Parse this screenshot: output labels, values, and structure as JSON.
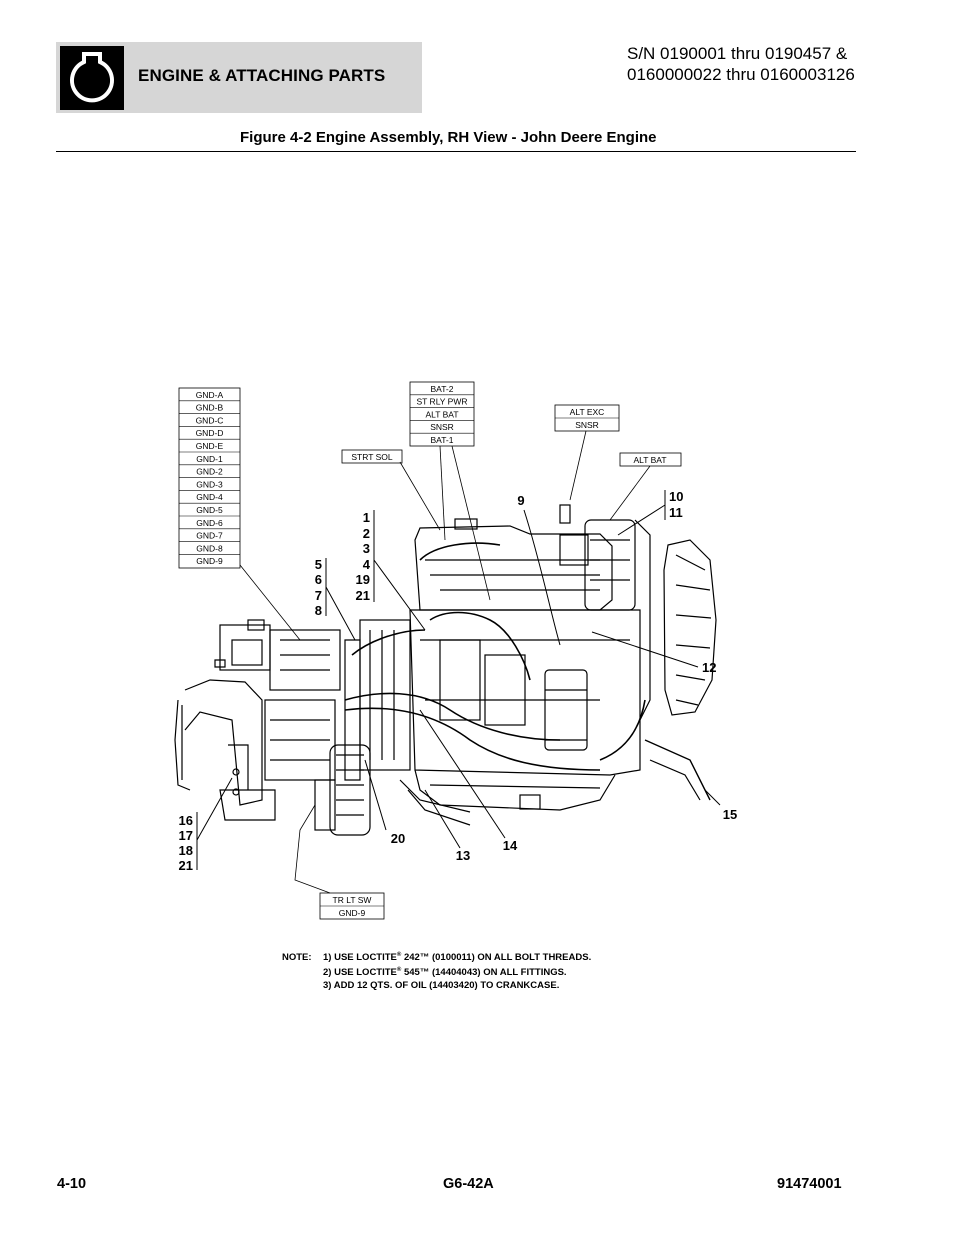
{
  "header": {
    "section_title": "ENGINE & ATTACHING PARTS",
    "serial_line1": "S/N 0190001 thru 0190457 &",
    "serial_line2": "0160000022 thru 0160003126",
    "icon": "engine-outline-icon"
  },
  "figure_title": "Figure 4-2 Engine Assembly, RH View - John Deere Engine",
  "wire_labels": {
    "ground_list": [
      "GND-A",
      "GND-B",
      "GND-C",
      "GND-D",
      "GND-E",
      "GND-1",
      "GND-2",
      "GND-3",
      "GND-4",
      "GND-5",
      "GND-6",
      "GND-7",
      "GND-8",
      "GND-9"
    ],
    "bat_list": [
      "BAT-2",
      "ST RLY PWR",
      "ALT BAT",
      "SNSR",
      "BAT-1"
    ],
    "alt_exc_list": [
      "ALT EXC",
      "SNSR"
    ],
    "strt_sol": "STRT SOL",
    "alt_bat": "ALT BAT",
    "tr_list": [
      "TR LT SW",
      "GND-9"
    ]
  },
  "callouts": {
    "group_1_21": [
      "1",
      "2",
      "3",
      "4",
      "19",
      "21"
    ],
    "group_5_8": [
      "5",
      "6",
      "7",
      "8"
    ],
    "item_9": "9",
    "group_10_11": [
      "10",
      "11"
    ],
    "item_12": "12",
    "item_13": "13",
    "item_14": "14",
    "item_15": "15",
    "group_16_21": [
      "16",
      "17",
      "18",
      "21"
    ],
    "item_20": "20"
  },
  "notes": {
    "label": "NOTE:",
    "line1_pre": "1) USE LOCTITE",
    "line1_reg": "®",
    "line1_post": " 242™ (0100011) ON ALL BOLT THREADS.",
    "line2_pre": "2) USE LOCTITE",
    "line2_reg": "®",
    "line2_post": " 545™ (14404043) ON ALL FITTINGS.",
    "line3": "3) ADD 12 QTS. OF OIL (14403420) TO CRANKCASE."
  },
  "footer": {
    "page": "4-10",
    "model": "G6-42A",
    "doc_number": "91474001"
  }
}
